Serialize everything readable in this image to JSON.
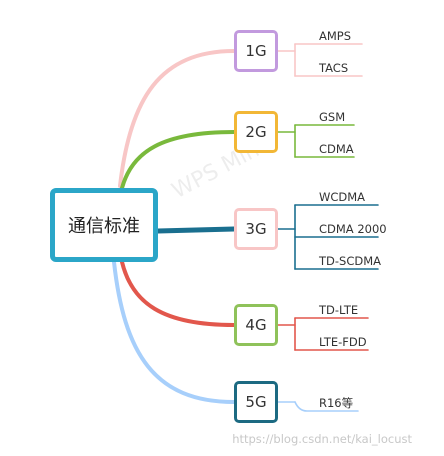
{
  "root": {
    "label": "通信标准",
    "color": "#2ba6c8"
  },
  "generations": [
    {
      "id": "1g",
      "label": "1G",
      "color": "#c29ade",
      "link_color": "#f8c6c6",
      "leaf_color": "#f8c6c6",
      "leaves": [
        "AMPS",
        "TACS"
      ]
    },
    {
      "id": "2g",
      "label": "2G",
      "color": "#f2b736",
      "link_color": "#79b93c",
      "leaf_color": "#79b93c",
      "leaves": [
        "GSM",
        "CDMA"
      ]
    },
    {
      "id": "3g",
      "label": "3G",
      "color": "#f8c6c6",
      "link_color": "#1a6f8f",
      "leaf_color": "#1a6f8f",
      "leaves": [
        "WCDMA",
        "CDMA 2000",
        "TD-SCDMA"
      ]
    },
    {
      "id": "4g",
      "label": "4G",
      "color": "#8fc25a",
      "link_color": "#e2574c",
      "leaf_color": "#e2574c",
      "leaves": [
        "TD-LTE",
        "LTE-FDD"
      ]
    },
    {
      "id": "5g",
      "label": "5G",
      "color": "#1c6a82",
      "link_color": "#a7cffb",
      "leaf_color": "#a7cffb",
      "leaves": [
        "R16等"
      ]
    }
  ],
  "watermark": "WPS Mind",
  "credit": "https://blog.csdn.net/kai_locust"
}
